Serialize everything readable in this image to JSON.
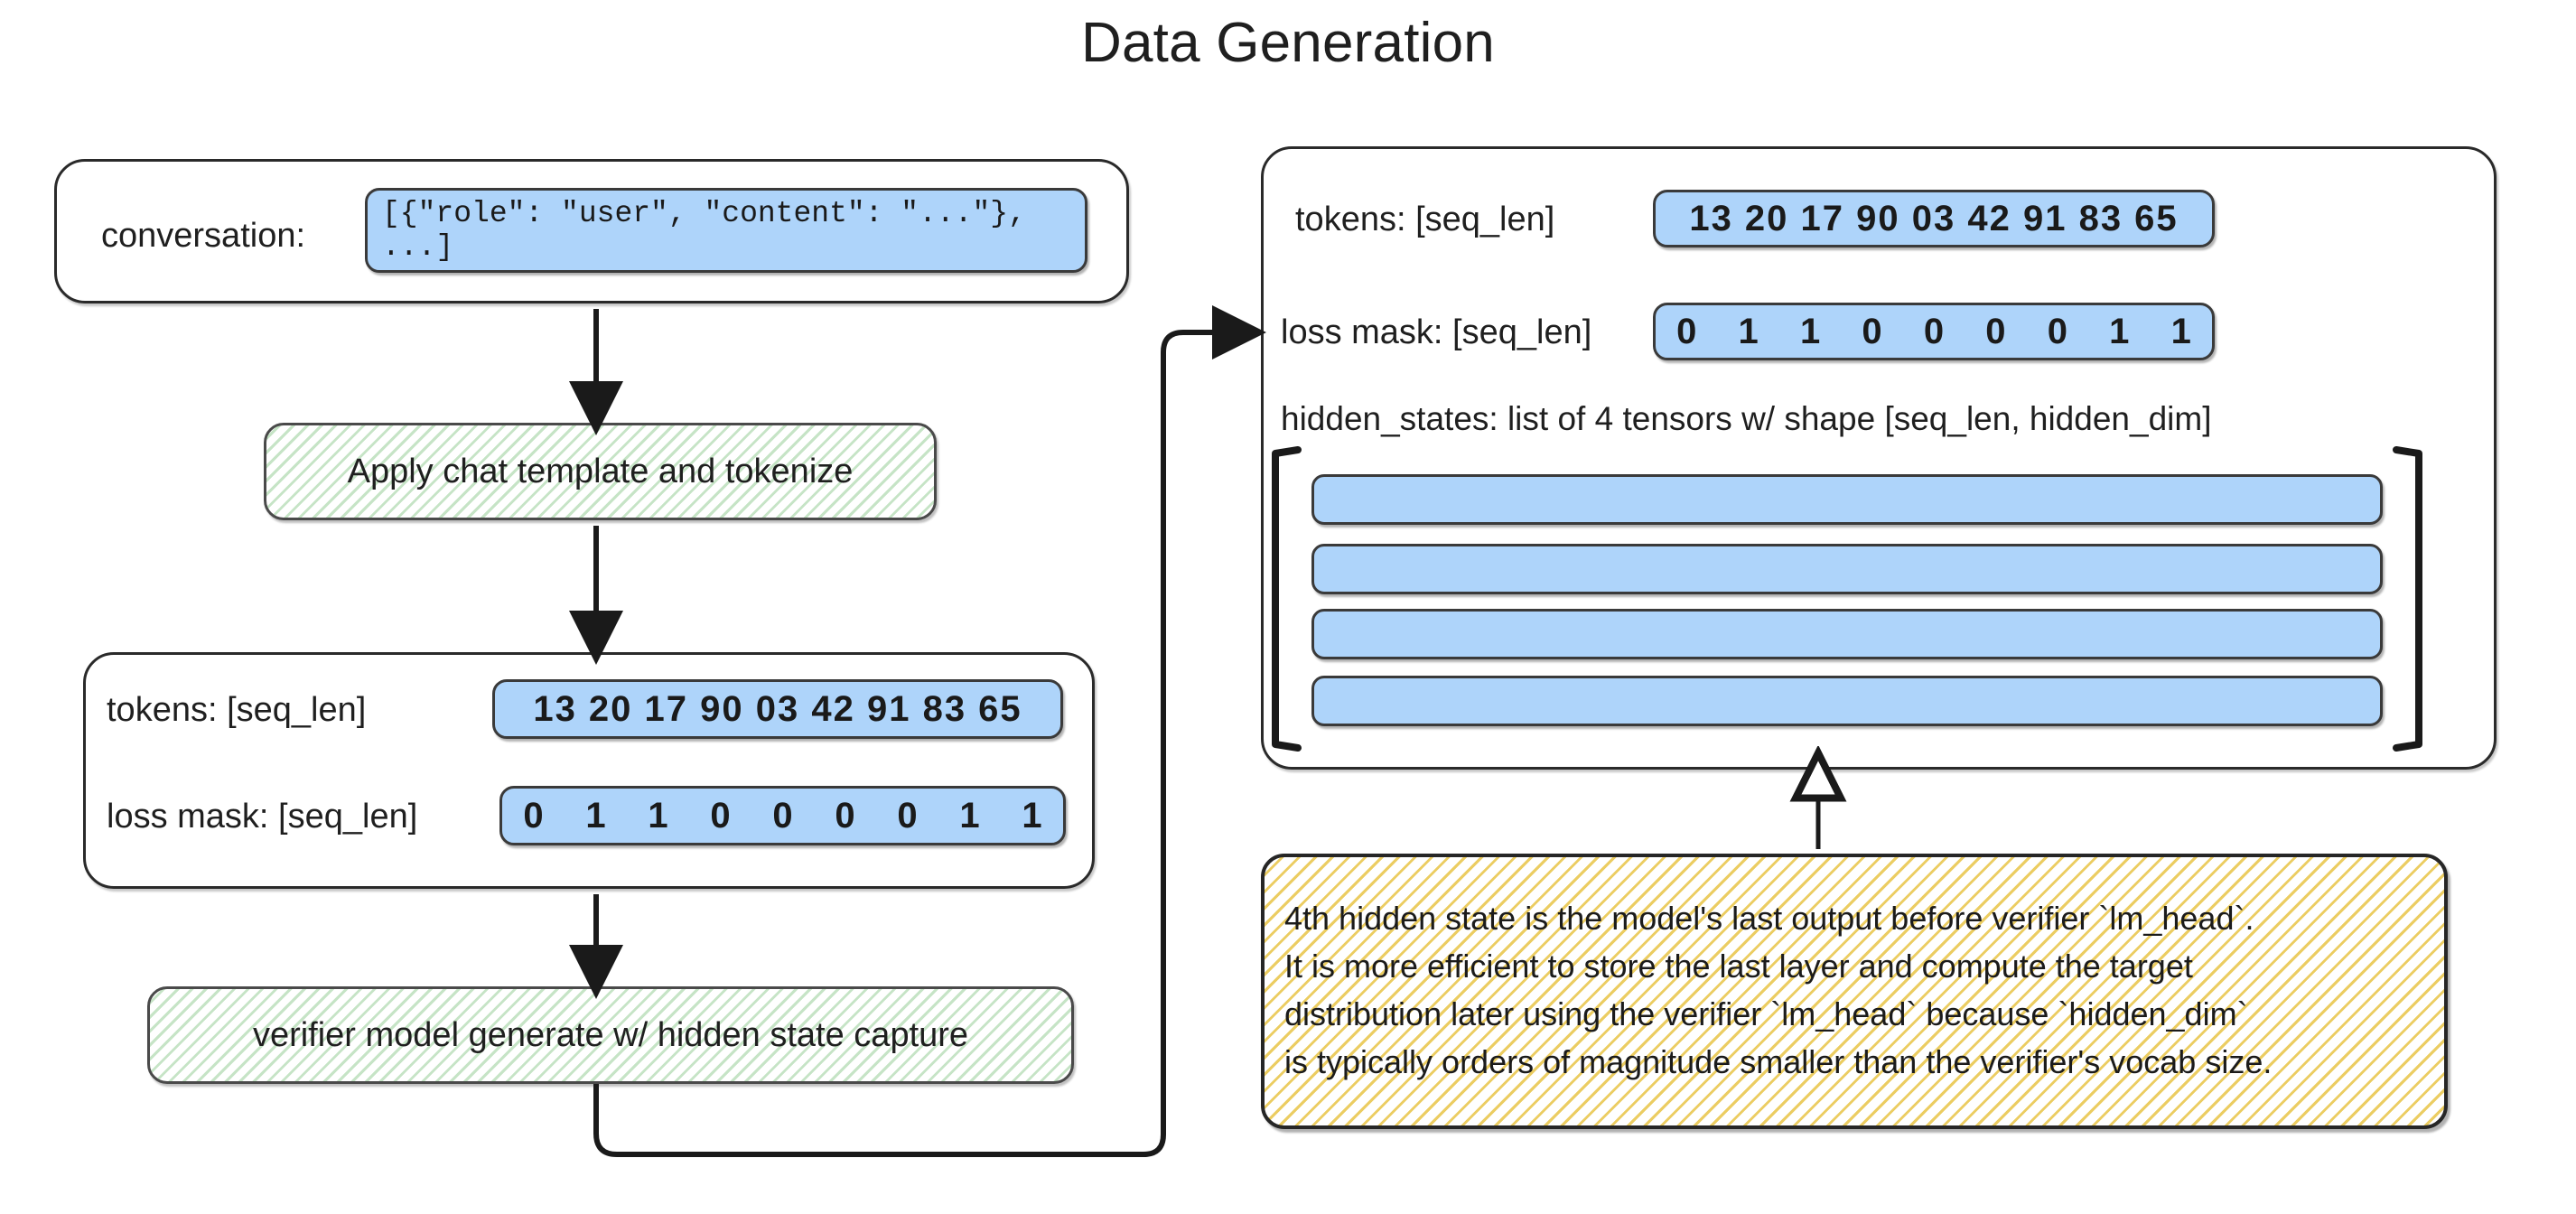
{
  "title": "Data Generation",
  "left_panel": {
    "conversation": {
      "label": "conversation:",
      "value": "[{\"role\": \"user\", \"content\": \"...\"}, ...]"
    }
  },
  "process_steps": [
    {
      "label": "Apply chat template and tokenize"
    },
    {
      "label": "verifier model generate w/ hidden state capture"
    }
  ],
  "left_tensor_box": {
    "tokens_label": "tokens: [seq_len]",
    "tokens_values": "13 20 17 90 03 42 91 83 65",
    "loss_mask_label": "loss mask: [seq_len]",
    "loss_mask_values": [
      "0",
      "1",
      "1",
      "0",
      "0",
      "0",
      "0",
      "1",
      "1"
    ]
  },
  "right_panel": {
    "tokens_label": "tokens: [seq_len]",
    "tokens_values": "13 20 17 90 03 42 91 83 65",
    "loss_mask_label": "loss mask: [seq_len]",
    "loss_mask_values": [
      "0",
      "1",
      "1",
      "0",
      "0",
      "0",
      "0",
      "1",
      "1"
    ],
    "hidden_states_label": "hidden_states: list of 4 tensors w/ shape [seq_len, hidden_dim]",
    "hidden_state_bars": 4
  },
  "note": {
    "lines": [
      "4th hidden state is the model's last output before verifier `lm_head`.",
      "It is more efficient to store the last layer and compute the target",
      "distribution later using the verifier `lm_head` because `hidden_dim`",
      "is typically orders of magnitude smaller than the verifier's vocab size."
    ]
  },
  "colors": {
    "data_blue": "#aed4fa",
    "process_green": "#78be78",
    "note_yellow": "#e8c446",
    "stroke": "#2a2a2a",
    "text": "#1f1f1f"
  }
}
